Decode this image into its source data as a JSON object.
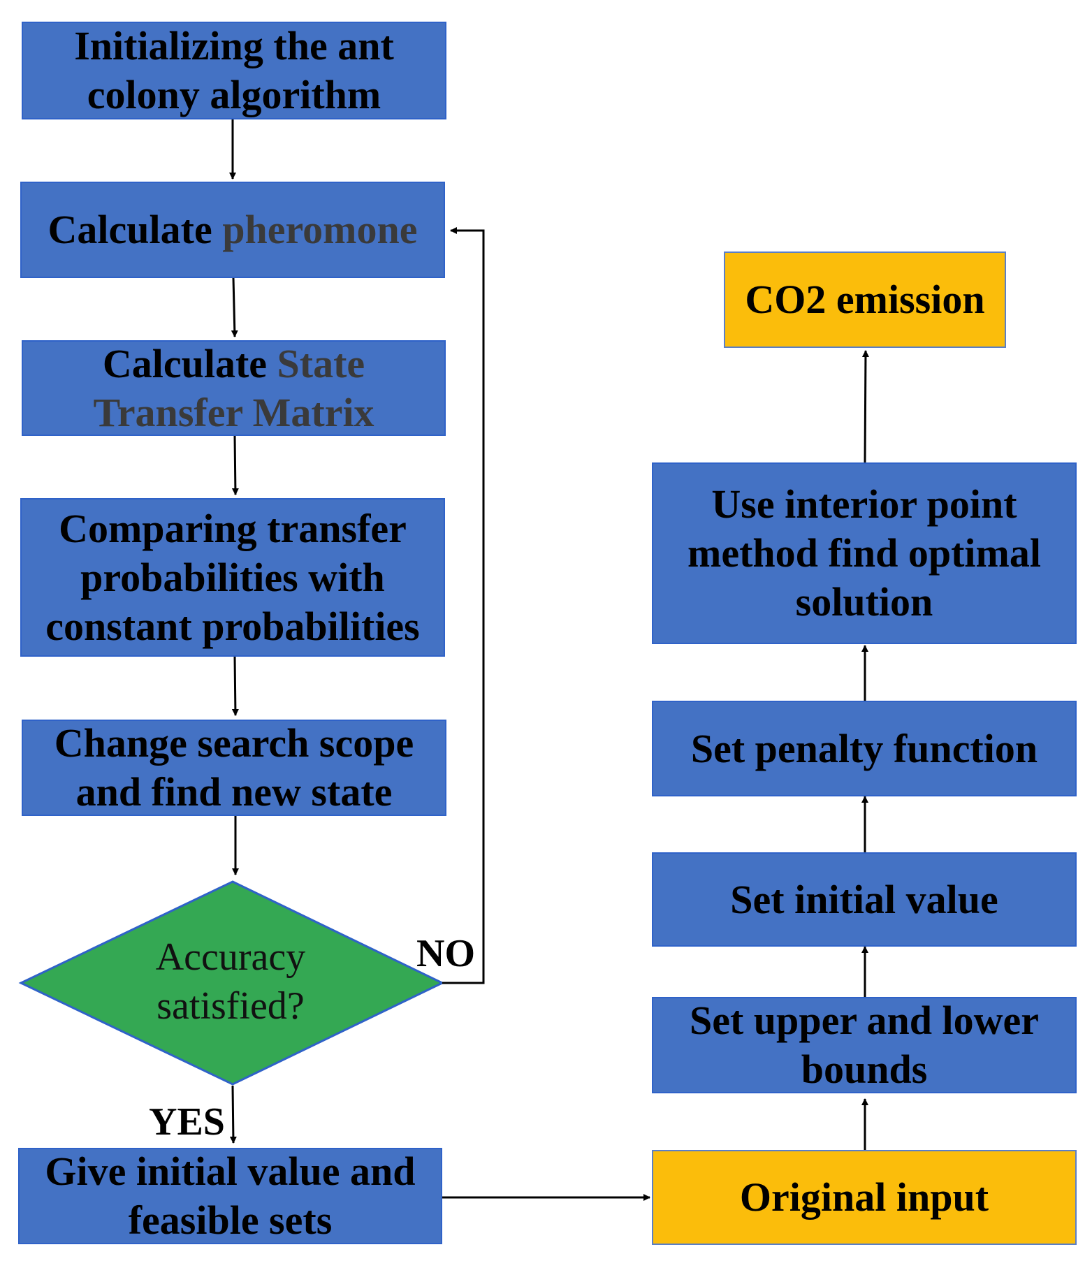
{
  "left_flow": {
    "init": [
      "Initializing the ant",
      "colony algorithm"
    ],
    "pheromone": {
      "prefix": "Calculate ",
      "term": "pheromone"
    },
    "state_transfer": {
      "prefix": "Calculate ",
      "term_a": "State",
      "term_b": "Transfer Matrix"
    },
    "comparing": [
      "Comparing transfer",
      "probabilities with",
      "constant probabilities"
    ],
    "change_scope": [
      "Change search scope",
      "and find new state"
    ],
    "decision": [
      "Accuracy",
      "satisfied?"
    ],
    "no_label": "NO",
    "yes_label": "YES",
    "give_initial": [
      "Give initial value and",
      "feasible sets"
    ]
  },
  "right_flow": {
    "co2": "CO2 emission",
    "interior_point": [
      "Use interior point",
      "method find optimal",
      "solution"
    ],
    "penalty": "Set penalty function",
    "initial_value": "Set initial value",
    "bounds": [
      "Set upper and lower",
      "bounds"
    ],
    "original_input": "Original input"
  },
  "colors": {
    "process_box": "#4472c4",
    "endpoint_box": "#fbbd0b",
    "decision": "#34a853",
    "arrow": "#000000"
  }
}
